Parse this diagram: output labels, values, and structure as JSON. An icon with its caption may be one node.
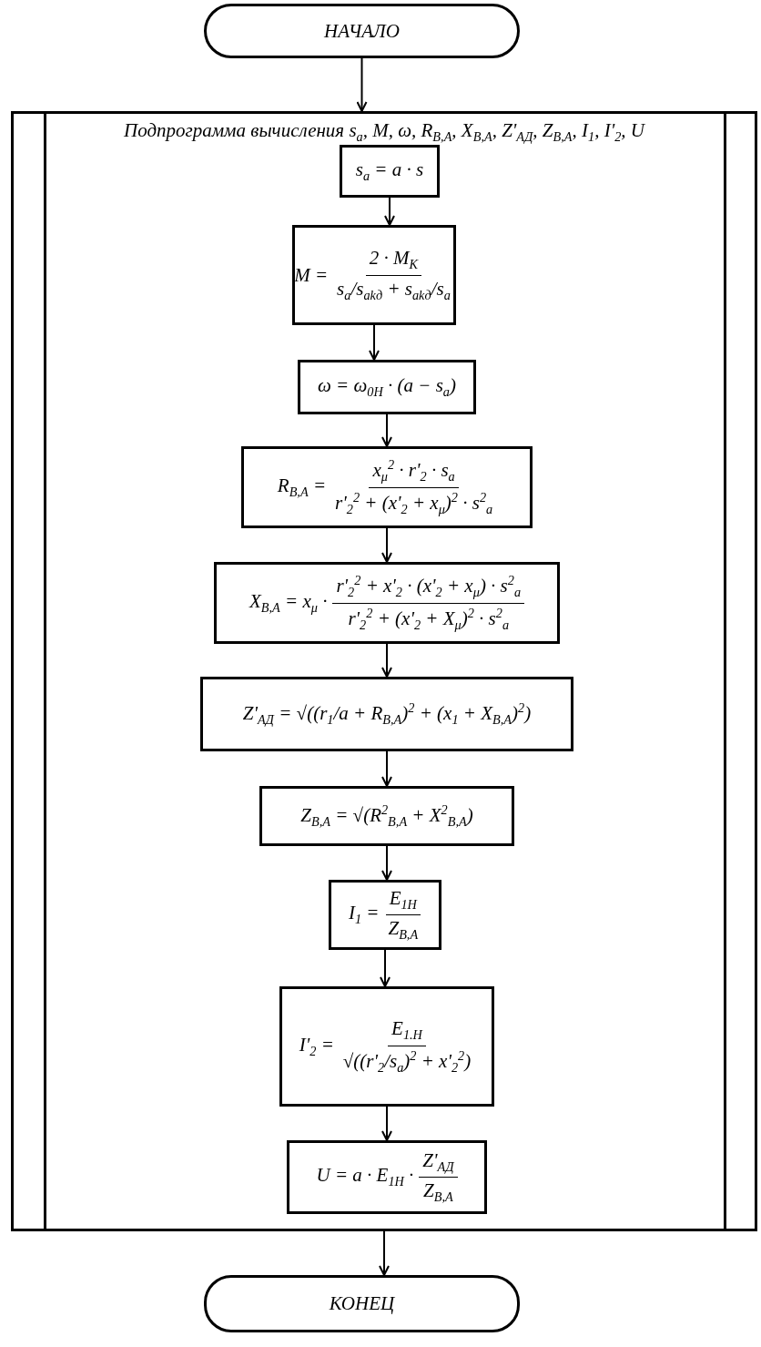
{
  "diagram": {
    "nodes": [
      {
        "text": [
          "НАЧАЛО"
        ]
      },
      {
        "text": [
          "Подпрограмма вычисления s$_{a}$, M, ω, R$_{В,А}$, X$_{В,А}$, Z'$_{АД}$, Z$_{В,А}$, I$_{1}$, I'$_{2}$, U"
        ]
      },
      {
        "text": [
          "s$_{a}$ = a · s"
        ],
        "in": 1
      },
      {
        "text": [
          "M =",
          "2 · M$_{K}$",
          "s$_{a}$/s$_{akд}$ + s$_{akд}$/s$_{a}$"
        ],
        "in": 1
      },
      {
        "text": [
          "ω = ω$_{0H}$ · (a − s$_{a}$)"
        ],
        "in": 1
      },
      {
        "text": [
          "R$_{В,А}$ =",
          "x$_{μ}$$^{2}$ · r'$_{2}$ · s$_{a}$",
          "r'$_{2}$$^{2}$ + (x'$_{2}$ + x$_{μ}$)$^{2}$ · s$^{2}$$_{a}$"
        ],
        "in": 1
      },
      {
        "text": [
          "X$_{В,А}$ = x$_{μ}$ ·",
          "r'$_{2}$$^{2}$ + x'$_{2}$ · (x'$_{2}$ + x$_{μ}$) · s$^{2}$$_{a}$",
          "r'$_{2}$$^{2}$ + (x'$_{2}$ + X$_{μ}$)$^{2}$ · s$^{2}$$_{a}$"
        ],
        "in": 1
      },
      {
        "text": [
          "Z'$_{АД}$ = √((r$_{1}$/a + R$_{В,А}$)$^{2}$ + (x$_{1}$ + X$_{В,А}$)$^{2}$)"
        ],
        "in": 1
      },
      {
        "text": [
          "Z$_{В,А}$ = √(R$^{2}$$_{В,А}$ + X$^{2}$$_{В,А}$)"
        ],
        "in": 1
      },
      {
        "text": [
          "I$_{1}$ =",
          "E$_{1H}$",
          "Z$_{В,А}$"
        ],
        "in": 1
      },
      {
        "text": [
          "I'$_{2}$ =",
          "E$_{1.H}$",
          "√((r'$_{2}$/s$_{a}$)$^{2}$ + x'$_{2}$$^{2}$)"
        ],
        "in": 1
      },
      {
        "text": [
          "U = a · E$_{1H}$ ·",
          "Z'$_{АД}$",
          "Z$_{В,А}$"
        ],
        "in": 1
      },
      {
        "text": [
          "КОНЕЦ"
        ]
      }
    ],
    "edges": [
      {
        "from": 0,
        "to": 1,
        "arrow": "to"
      },
      {
        "from": 2,
        "to": 3,
        "arrow": "to"
      },
      {
        "from": 3,
        "to": 4,
        "arrow": "to"
      },
      {
        "from": 4,
        "to": 5,
        "arrow": "to"
      },
      {
        "from": 5,
        "to": 6,
        "arrow": "to"
      },
      {
        "from": 6,
        "to": 7,
        "arrow": "to"
      },
      {
        "from": 7,
        "to": 8,
        "arrow": "to"
      },
      {
        "from": 8,
        "to": 9,
        "arrow": "to"
      },
      {
        "from": 9,
        "to": 10,
        "arrow": "to"
      },
      {
        "from": 10,
        "to": 11,
        "arrow": "to"
      },
      {
        "from": 1,
        "to": 12,
        "arrow": "to"
      }
    ]
  }
}
